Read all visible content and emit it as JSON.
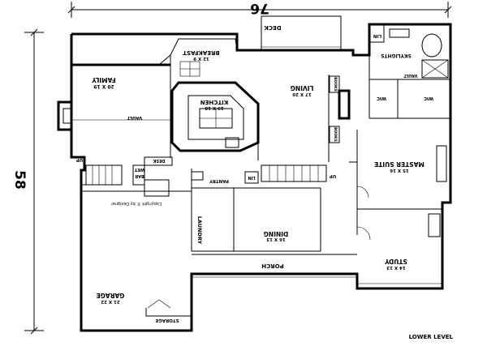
{
  "dimensions": {
    "overall_width": "76",
    "overall_depth": "58"
  },
  "rooms": {
    "deck": {
      "name": "DECK"
    },
    "breakfast": {
      "name": "BREAKFAST",
      "size": "12 X 9"
    },
    "family": {
      "name": "FAMILY",
      "size": "20 X 19"
    },
    "kitchen": {
      "name": "KITCHEN",
      "size": "19 X 18"
    },
    "living": {
      "name": "LIVING",
      "size": "17 X 20"
    },
    "master_suite": {
      "name": "MASTER SUITE",
      "size": "15 X 16"
    },
    "dining": {
      "name": "DINING",
      "size": "16 X 13"
    },
    "garage": {
      "name": "GARAGE",
      "size": "21 X 22"
    },
    "study": {
      "name": "STUDY",
      "size": "14 X 13"
    },
    "laundry": {
      "name": "LAUNDRY"
    },
    "pantry": {
      "name": "PANTRY"
    },
    "porch": {
      "name": "PORCH"
    },
    "storage": {
      "name": "STORAGE"
    }
  },
  "labels": {
    "skylights": "SKYLIGHTS",
    "lin": "LIN",
    "vault": "VAULT",
    "wic": "WIC",
    "books": "BOOKS",
    "up": "UP",
    "desk": "DESK",
    "wet_bar": "WET",
    "bar": "BAR",
    "copyright": "Copyright © by Designer",
    "level": "LOWER LEVEL"
  }
}
